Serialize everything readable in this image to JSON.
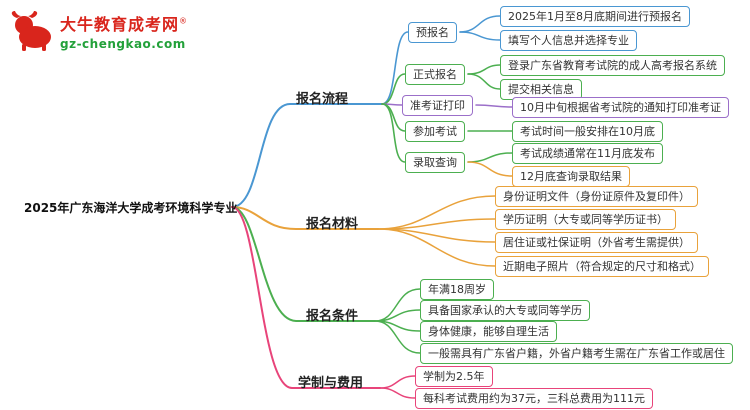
{
  "logo": {
    "title": "大牛教育成考网",
    "reg": "®",
    "url": "gz-chengkao.com",
    "title_color": "#d9251c",
    "url_color": "#23a13a"
  },
  "root": {
    "label": "2025年广东海洋大学成考环境科学专业"
  },
  "colors": {
    "blue": "#4a97d2",
    "green": "#4caf50",
    "purple": "#9b6fc9",
    "orange": "#e9a23b",
    "pink": "#e8447a"
  },
  "branches": [
    {
      "label": "报名流程",
      "color": "#4a97d2",
      "children": [
        {
          "label": "预报名",
          "color": "#4a97d2",
          "items": [
            {
              "label": "2025年1月至8月底期间进行预报名",
              "color": "#4a97d2"
            },
            {
              "label": "填写个人信息并选择专业",
              "color": "#4a97d2"
            }
          ]
        },
        {
          "label": "正式报名",
          "color": "#4caf50",
          "items": [
            {
              "label": "登录广东省教育考试院的成人高考报名系统",
              "color": "#4caf50"
            },
            {
              "label": "提交相关信息",
              "color": "#4caf50"
            }
          ]
        },
        {
          "label": "准考证打印",
          "color": "#9b6fc9",
          "items": [
            {
              "label": "10月中旬根据省考试院的通知打印准考证",
              "color": "#9b6fc9"
            }
          ]
        },
        {
          "label": "参加考试",
          "color": "#4caf50",
          "items": [
            {
              "label": "考试时间一般安排在10月底",
              "color": "#4caf50"
            }
          ]
        },
        {
          "label": "录取查询",
          "color": "#4caf50",
          "items": [
            {
              "label": "考试成绩通常在11月底发布",
              "color": "#4caf50"
            },
            {
              "label": "12月底查询录取结果",
              "color": "#e9a23b"
            }
          ]
        }
      ]
    },
    {
      "label": "报名材料",
      "color": "#e9a23b",
      "items": [
        {
          "label": "身份证明文件（身份证原件及复印件）",
          "color": "#e9a23b"
        },
        {
          "label": "学历证明（大专或同等学历证书）",
          "color": "#e9a23b"
        },
        {
          "label": "居住证或社保证明（外省考生需提供）",
          "color": "#e9a23b"
        },
        {
          "label": "近期电子照片（符合规定的尺寸和格式）",
          "color": "#e9a23b"
        }
      ]
    },
    {
      "label": "报名条件",
      "color": "#4caf50",
      "items": [
        {
          "label": "年满18周岁",
          "color": "#4caf50"
        },
        {
          "label": "具备国家承认的大专或同等学历",
          "color": "#4caf50"
        },
        {
          "label": "身体健康，能够自理生活",
          "color": "#4caf50"
        },
        {
          "label": "一般需具有广东省户籍，外省户籍考生需在广东省工作或居住",
          "color": "#4caf50"
        }
      ]
    },
    {
      "label": "学制与费用",
      "color": "#e8447a",
      "items": [
        {
          "label": "学制为2.5年",
          "color": "#e8447a"
        },
        {
          "label": "每科考试费用约为37元，三科总费用为111元",
          "color": "#e8447a"
        }
      ]
    }
  ]
}
